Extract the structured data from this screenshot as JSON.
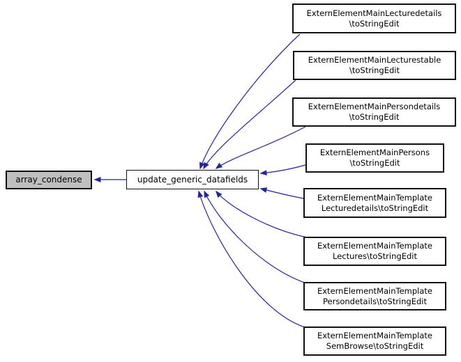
{
  "diagram": {
    "kind": "call-graph",
    "background_color": "#ffffff",
    "edge_color": "#24249b",
    "node_fill": "#ffffff",
    "node_border_color": "#111111",
    "highlight_fill": "#bfbfbf",
    "text_color": "#000000"
  },
  "nodes": {
    "root": {
      "label": "array_condense"
    },
    "intermediate": {
      "label": "update_generic_datafields"
    },
    "callers": [
      {
        "line1": "ExternElementMainLecturedetails",
        "line2": "\\toStringEdit"
      },
      {
        "line1": "ExternElementMainLecturestable",
        "line2": "\\toStringEdit"
      },
      {
        "line1": "ExternElementMainPersondetails",
        "line2": "\\toStringEdit"
      },
      {
        "line1": "ExternElementMainPersons",
        "line2": "\\toStringEdit"
      },
      {
        "line1": "ExternElementMainTemplate",
        "line2": "Lecturedetails\\toStringEdit"
      },
      {
        "line1": "ExternElementMainTemplate",
        "line2": "Lectures\\toStringEdit"
      },
      {
        "line1": "ExternElementMainTemplate",
        "line2": "Persondetails\\toStringEdit"
      },
      {
        "line1": "ExternElementMainTemplate",
        "line2": "SemBrowse\\toStringEdit"
      }
    ]
  },
  "edges": [
    {
      "from": "update_generic_datafields",
      "to": "array_condense"
    },
    {
      "from": "ExternElementMainLecturedetails\\toStringEdit",
      "to": "update_generic_datafields"
    },
    {
      "from": "ExternElementMainLecturestable\\toStringEdit",
      "to": "update_generic_datafields"
    },
    {
      "from": "ExternElementMainPersondetails\\toStringEdit",
      "to": "update_generic_datafields"
    },
    {
      "from": "ExternElementMainPersons\\toStringEdit",
      "to": "update_generic_datafields"
    },
    {
      "from": "ExternElementMainTemplateLecturedetails\\toStringEdit",
      "to": "update_generic_datafields"
    },
    {
      "from": "ExternElementMainTemplateLectures\\toStringEdit",
      "to": "update_generic_datafields"
    },
    {
      "from": "ExternElementMainTemplatePersondetails\\toStringEdit",
      "to": "update_generic_datafields"
    },
    {
      "from": "ExternElementMainTemplateSemBrowse\\toStringEdit",
      "to": "update_generic_datafields"
    }
  ]
}
